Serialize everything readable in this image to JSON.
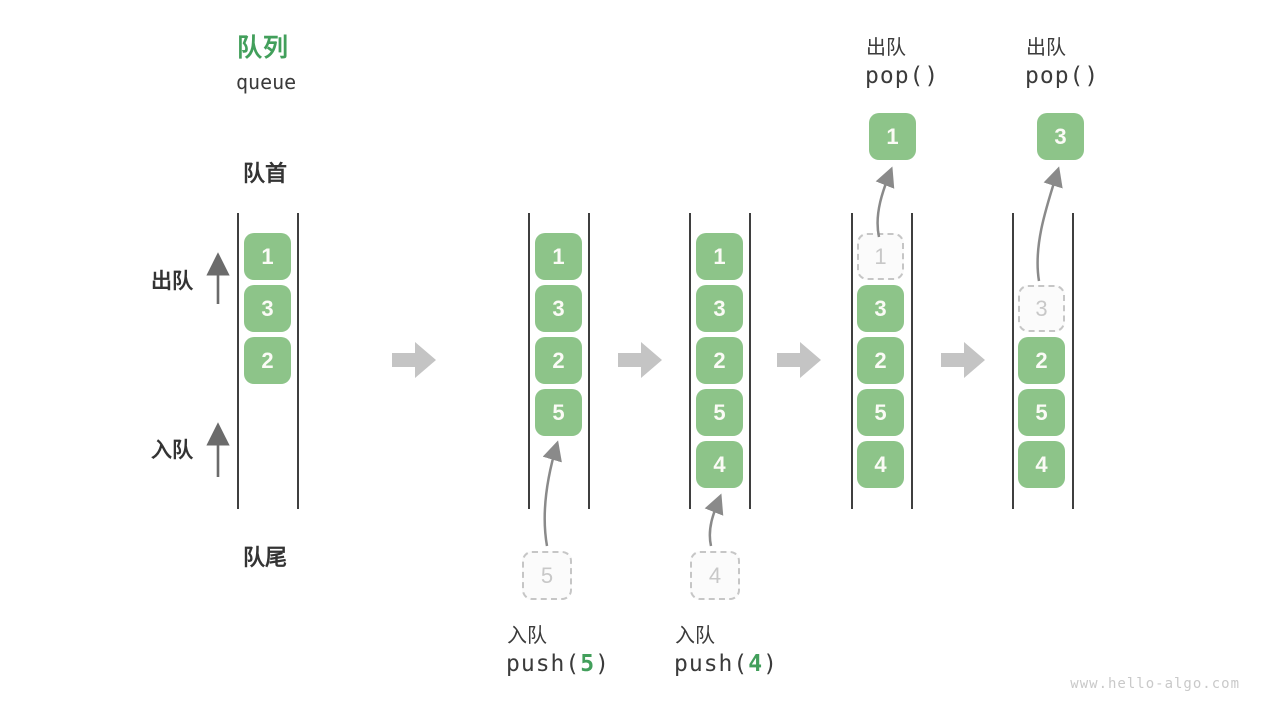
{
  "title": {
    "zh": "队列",
    "en": "queue"
  },
  "side_labels": {
    "front": "队首",
    "rear": "队尾",
    "dequeue": "出队",
    "enqueue": "入队"
  },
  "states": [
    {
      "name": "initial",
      "items": [
        "1",
        "3",
        "2"
      ]
    },
    {
      "name": "after-push-5",
      "items": [
        "1",
        "3",
        "2",
        "5"
      ]
    },
    {
      "name": "after-push-4",
      "items": [
        "1",
        "3",
        "2",
        "5",
        "4"
      ]
    },
    {
      "name": "popping-1",
      "ghost": "1",
      "items": [
        "3",
        "2",
        "5",
        "4"
      ]
    },
    {
      "name": "popping-3",
      "ghost": "3",
      "items": [
        "2",
        "5",
        "4"
      ]
    }
  ],
  "ops": {
    "push": [
      {
        "label": "入队",
        "code_prefix": "push(",
        "arg": "5",
        "code_suffix": ")",
        "staged": "5"
      },
      {
        "label": "入队",
        "code_prefix": "push(",
        "arg": "4",
        "code_suffix": ")",
        "staged": "4"
      }
    ],
    "pop": [
      {
        "label": "出队",
        "code": "pop()",
        "value": "1"
      },
      {
        "label": "出队",
        "code": "pop()",
        "value": "3"
      }
    ]
  },
  "watermark": "www.hello-algo.com",
  "colors": {
    "accent_green": "#429f5b",
    "box_green": "#8dc489",
    "block_arrow_gray": "#c4c4c4",
    "curve_arrow_gray": "#8a8a8a",
    "text_dark": "#3b3b3b",
    "ghost_gray": "#c6c6c6",
    "watermark_gray": "#c9c9c9"
  }
}
